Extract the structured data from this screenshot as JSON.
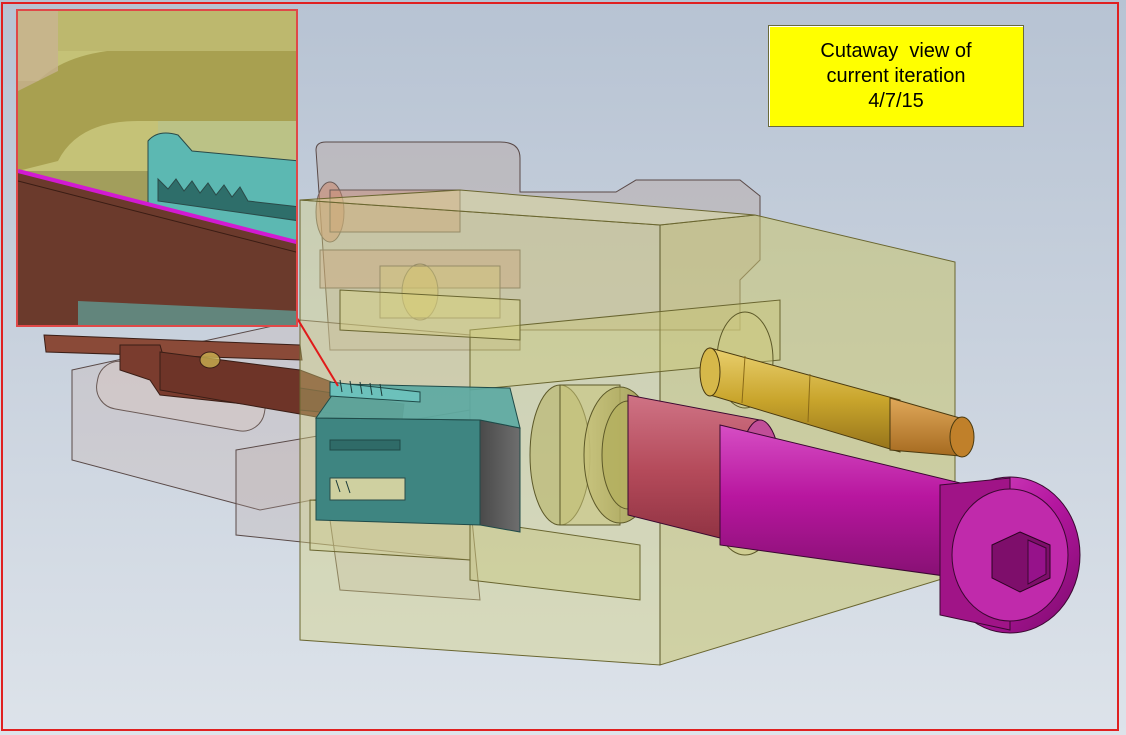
{
  "caption": {
    "line1": "Cutaway  view of",
    "line2": "current iteration",
    "line3": "4/7/15"
  },
  "colors": {
    "frame": "#e02020",
    "caption_bg": "#ffff00",
    "housing_translucent": "#d4d280",
    "shell_translucent": "#b9a8a4",
    "cutaway_part": "#3e8581",
    "screw": "#b2159c",
    "spacer": "#b44a5a",
    "pin": "#c9a52c",
    "blade": "#7a3c2e",
    "highlight_line": "#d21ad2",
    "leader": "#e01a1a"
  },
  "icons": {
    "leader": "arrow-icon"
  }
}
